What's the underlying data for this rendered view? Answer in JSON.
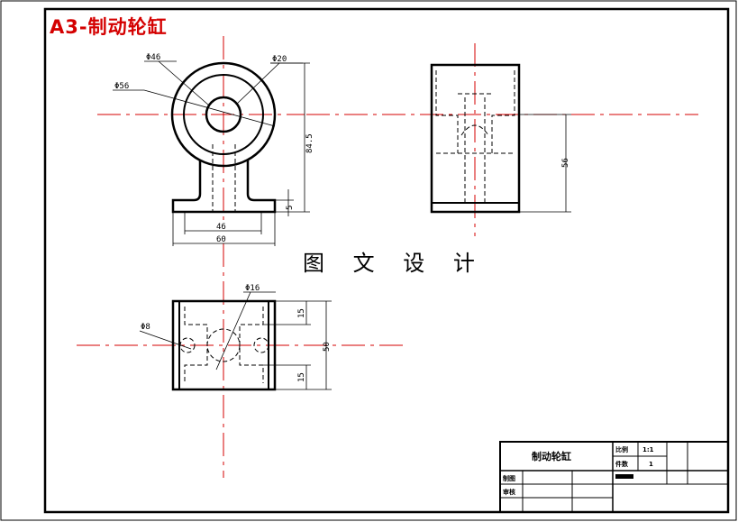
{
  "header": {
    "title": "A3-制动轮缸"
  },
  "center_label": "图 文 设 计",
  "colors": {
    "centerline": "#d40000",
    "title": "#d40000",
    "line": "#000000"
  },
  "front_view": {
    "diameters": {
      "d46": "Φ46",
      "d20": "Φ20",
      "d56": "Φ56"
    },
    "height": "84.5",
    "base_thickness": "5",
    "width_inner": "46",
    "width_outer": "60"
  },
  "side_view": {
    "height": "56"
  },
  "top_view": {
    "diameters": {
      "d16": "Φ16",
      "d8": "Φ8"
    },
    "offset_top": "15",
    "offset_bottom": "15",
    "depth": "50"
  },
  "title_block": {
    "part_name": "制动轮缸",
    "scale_label": "比例",
    "scale_value": "1:1",
    "qty_label": "件数",
    "qty_value": "1",
    "drawn_label": "制图",
    "checked_label": "审核"
  }
}
